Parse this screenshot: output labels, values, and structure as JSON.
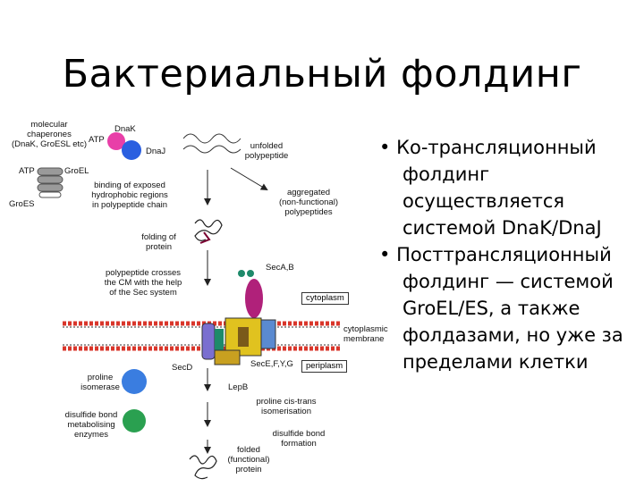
{
  "slide": {
    "title": "Бактериальный фолдинг",
    "bullets": [
      "Ко-трансляционный фолдинг осуществляется системой DnaK/DnaJ",
      "Посттрансляционный фолдинг — системой GroEL/ES, а также фолдазами, но уже за пределами клетки"
    ]
  },
  "diagram": {
    "labels": {
      "molecular_chaperones": "molecular\nchaperones\n(DnaK, GroESL etc)",
      "atp_top": "ATP",
      "dnak": "DnaK",
      "dnaj": "DnaJ",
      "atp_groel": "ATP",
      "groel": "GroEL",
      "groes": "GroES",
      "unfolded": "unfolded\npolypeptide",
      "binding": "binding of exposed\nhydrophobic regions\nin polypeptide chain",
      "aggregated": "aggregated\n(non-functional)\npolypeptides",
      "folding": "folding of\nprotein",
      "crosses": "polypeptide crosses\nthe CM with the help\nof the Sec system",
      "seca": "SecA,B",
      "cytoplasm": "cytoplasm",
      "cytoplasmic_membrane": "cytoplasmic\nmembrane",
      "secd": "SecD",
      "secf": "SecE,F,Y,G",
      "periplasm": "periplasm",
      "proline_isomerase": "proline\nisomerase",
      "lepb": "LepB",
      "proline_isom": "proline cis-trans\nisomerisation",
      "disulfide_enzymes": "disulfide bond\nmetabolising\nenzymes",
      "disulfide_formation": "disulfide bond\nformation",
      "folded": "folded\n(functional)\nprotein"
    }
  },
  "colors": {
    "dnak": "#e83fa8",
    "dnaj": "#2a5fe0",
    "groel": "#9a9a9a",
    "membrane_head": "#d9362b",
    "seca": "#b0217a",
    "sec_green": "#1e8a6a",
    "secy_purple": "#7a6fd0",
    "secy_yellow": "#e0c21f",
    "secy_brown": "#7a5a1a",
    "proline_isomerase": "#3a7de0",
    "disulfide": "#2aa050"
  }
}
